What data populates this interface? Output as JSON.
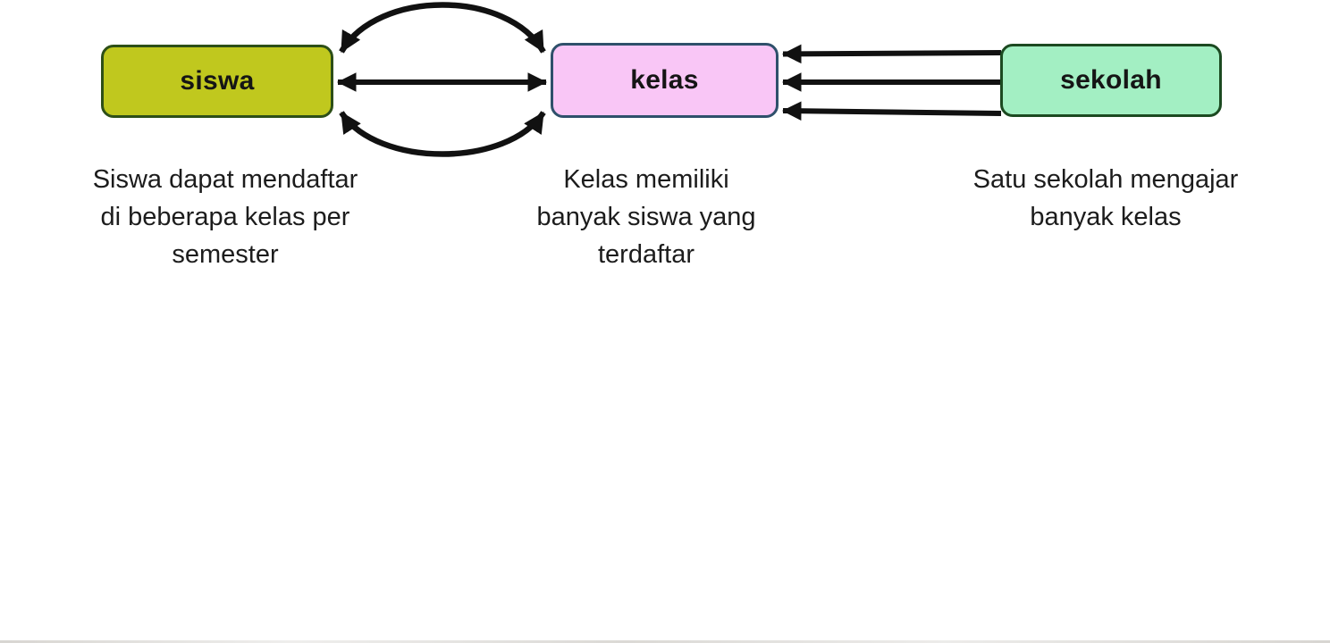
{
  "diagram": {
    "background": "#ffffff",
    "arrow_color": "#111111",
    "entities": [
      {
        "id": "siswa",
        "label": "siswa",
        "fill": "#c0c81e",
        "border": "#2d4f17",
        "description": "Siswa dapat mendaftar\ndi beberapa kelas per\nsemester"
      },
      {
        "id": "kelas",
        "label": "kelas",
        "fill": "#f9c6f6",
        "border": "#2f506b",
        "description": "Kelas memiliki\nbanyak siswa yang\nterdaftar"
      },
      {
        "id": "sekolah",
        "label": "sekolah",
        "fill": "#a3efc3",
        "border": "#1c4a21",
        "description": "Satu sekolah mengajar\nbanyak kelas"
      }
    ],
    "relations": [
      {
        "from": "siswa",
        "to": "kelas",
        "shape": "curved-top",
        "direction": "both"
      },
      {
        "from": "siswa",
        "to": "kelas",
        "shape": "straight-middle",
        "direction": "both"
      },
      {
        "from": "siswa",
        "to": "kelas",
        "shape": "curved-bottom",
        "direction": "both"
      },
      {
        "from": "sekolah",
        "to": "kelas",
        "shape": "straight-top",
        "direction": "to-kelas"
      },
      {
        "from": "sekolah",
        "to": "kelas",
        "shape": "straight-middle",
        "direction": "to-kelas"
      },
      {
        "from": "sekolah",
        "to": "kelas",
        "shape": "straight-bottom",
        "direction": "to-kelas"
      }
    ]
  }
}
